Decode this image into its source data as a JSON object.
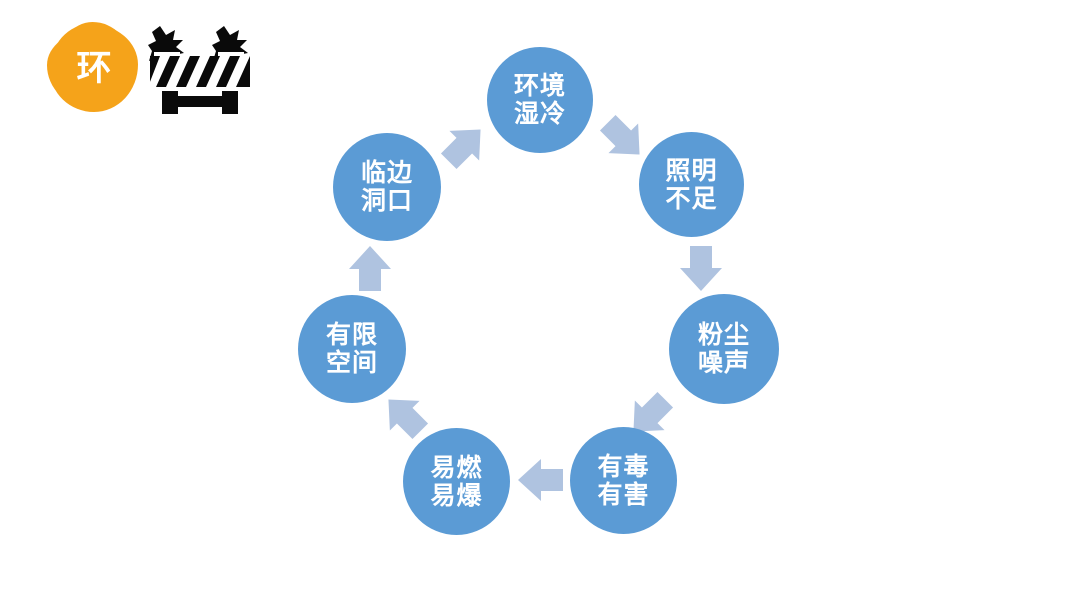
{
  "slide": {
    "background_color": "#FFFFFF",
    "badge": {
      "label": "环",
      "color": "#F5A31A",
      "icon_name": "road-barrier-icon"
    }
  },
  "diagram": {
    "type": "cycle",
    "node_color": "#5B9BD5",
    "arrow_color": "#AFC3E0",
    "text_color": "#FFFFFF",
    "nodes": [
      {
        "id": "n0",
        "lines": [
          "环境",
          "湿冷"
        ],
        "text": "环境湿冷"
      },
      {
        "id": "n1",
        "lines": [
          "照明",
          "不足"
        ],
        "text": "照明不足"
      },
      {
        "id": "n2",
        "lines": [
          "粉尘",
          "噪声"
        ],
        "text": "粉尘噪声"
      },
      {
        "id": "n3",
        "lines": [
          "有毒",
          "有害"
        ],
        "text": "有毒有害"
      },
      {
        "id": "n4",
        "lines": [
          "易燃",
          "易爆"
        ],
        "text": "易燃易爆"
      },
      {
        "id": "n5",
        "lines": [
          "有限",
          "空间"
        ],
        "text": "有限空间"
      },
      {
        "id": "n6",
        "lines": [
          "临边",
          "洞口"
        ],
        "text": "临边洞口"
      }
    ],
    "arrows": [
      {
        "id": "a0",
        "name": "arrow-to-huanjingshileng",
        "direction": "up-right",
        "rotate": 45
      },
      {
        "id": "a1",
        "name": "arrow-huanjingshileng-to-zhaomingbuzu",
        "direction": "down-right",
        "rotate": 135
      },
      {
        "id": "a2",
        "name": "arrow-zhaomingbuzu-to-fenchennoisheng",
        "direction": "down",
        "rotate": 180
      },
      {
        "id": "a3",
        "name": "arrow-fenchennoisheng-to-youduyouhai",
        "direction": "down-left",
        "rotate": 225
      },
      {
        "id": "a4",
        "name": "arrow-youduyouhai-to-yiranyibao",
        "direction": "left",
        "rotate": 270
      },
      {
        "id": "a5",
        "name": "arrow-yiranyibao-to-youxiankongjian",
        "direction": "up-left",
        "rotate": 315
      },
      {
        "id": "a6",
        "name": "arrow-youxiankongjian-to-linbiandongkou",
        "direction": "up",
        "rotate": 0
      }
    ]
  }
}
